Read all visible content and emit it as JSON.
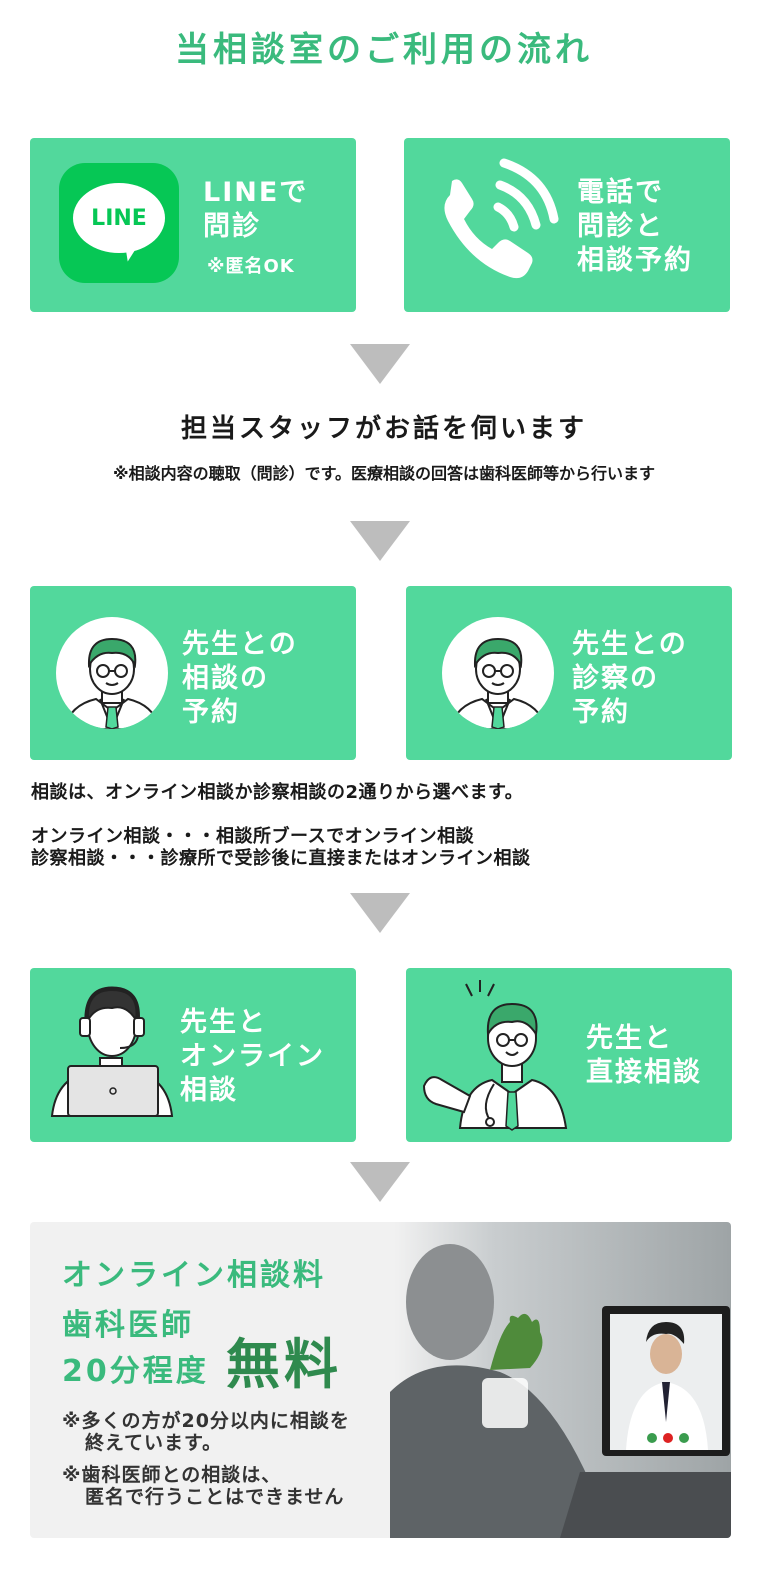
{
  "title": "当相談室のご利用の流れ",
  "step1": {
    "line_card": {
      "logo_text": "LINE",
      "line1": "LINEで",
      "line2": "問診",
      "note": "※匿名OK"
    },
    "phone_card": {
      "line1": "電話で",
      "line2": "問診と",
      "line3": "相談予約"
    }
  },
  "step2": {
    "heading": "担当スタッフがお話を伺います",
    "note": "※相談内容の聴取（問診）です。医療相談の回答は歯科医師等から行います"
  },
  "step3": {
    "card_left": {
      "line1": "先生との",
      "line2": "相談",
      "line2b": "の",
      "line3": "予約"
    },
    "card_right": {
      "line1": "先生との",
      "line2": "診察",
      "line2b": "の",
      "line3": "予約"
    },
    "text1": "相談は、オンライン相談か診察相談の2通りから選べます。",
    "text2": "オンライン相談・・・相談所ブースでオンライン相談",
    "text3": "診察相談・・・診療所で受診後に直接またはオンライン相談"
  },
  "step4": {
    "card_left": {
      "line1": "先生と",
      "line2": "オンライン",
      "line3": "相談"
    },
    "card_right": {
      "line1": "先生と",
      "line2": "直接相談"
    }
  },
  "fee": {
    "line1": "オンライン相談料",
    "line2": "歯科医師",
    "line3": "20分程度",
    "free": "無料",
    "note1a": "※多くの方が20分以内に相談を",
    "note1b": "終えています。",
    "note2a": "※歯科医師との相談は、",
    "note2b": "匿名で行うことはできません"
  },
  "colors": {
    "card_green": "#52d89c",
    "title_green": "#3aba7d",
    "line_green": "#06c755",
    "arrow_gray": "#bdbdbd"
  },
  "icons": [
    "line-logo-icon",
    "phone-icon",
    "doctor-icon",
    "operator-laptop-icon",
    "doctor-presenting-icon"
  ]
}
